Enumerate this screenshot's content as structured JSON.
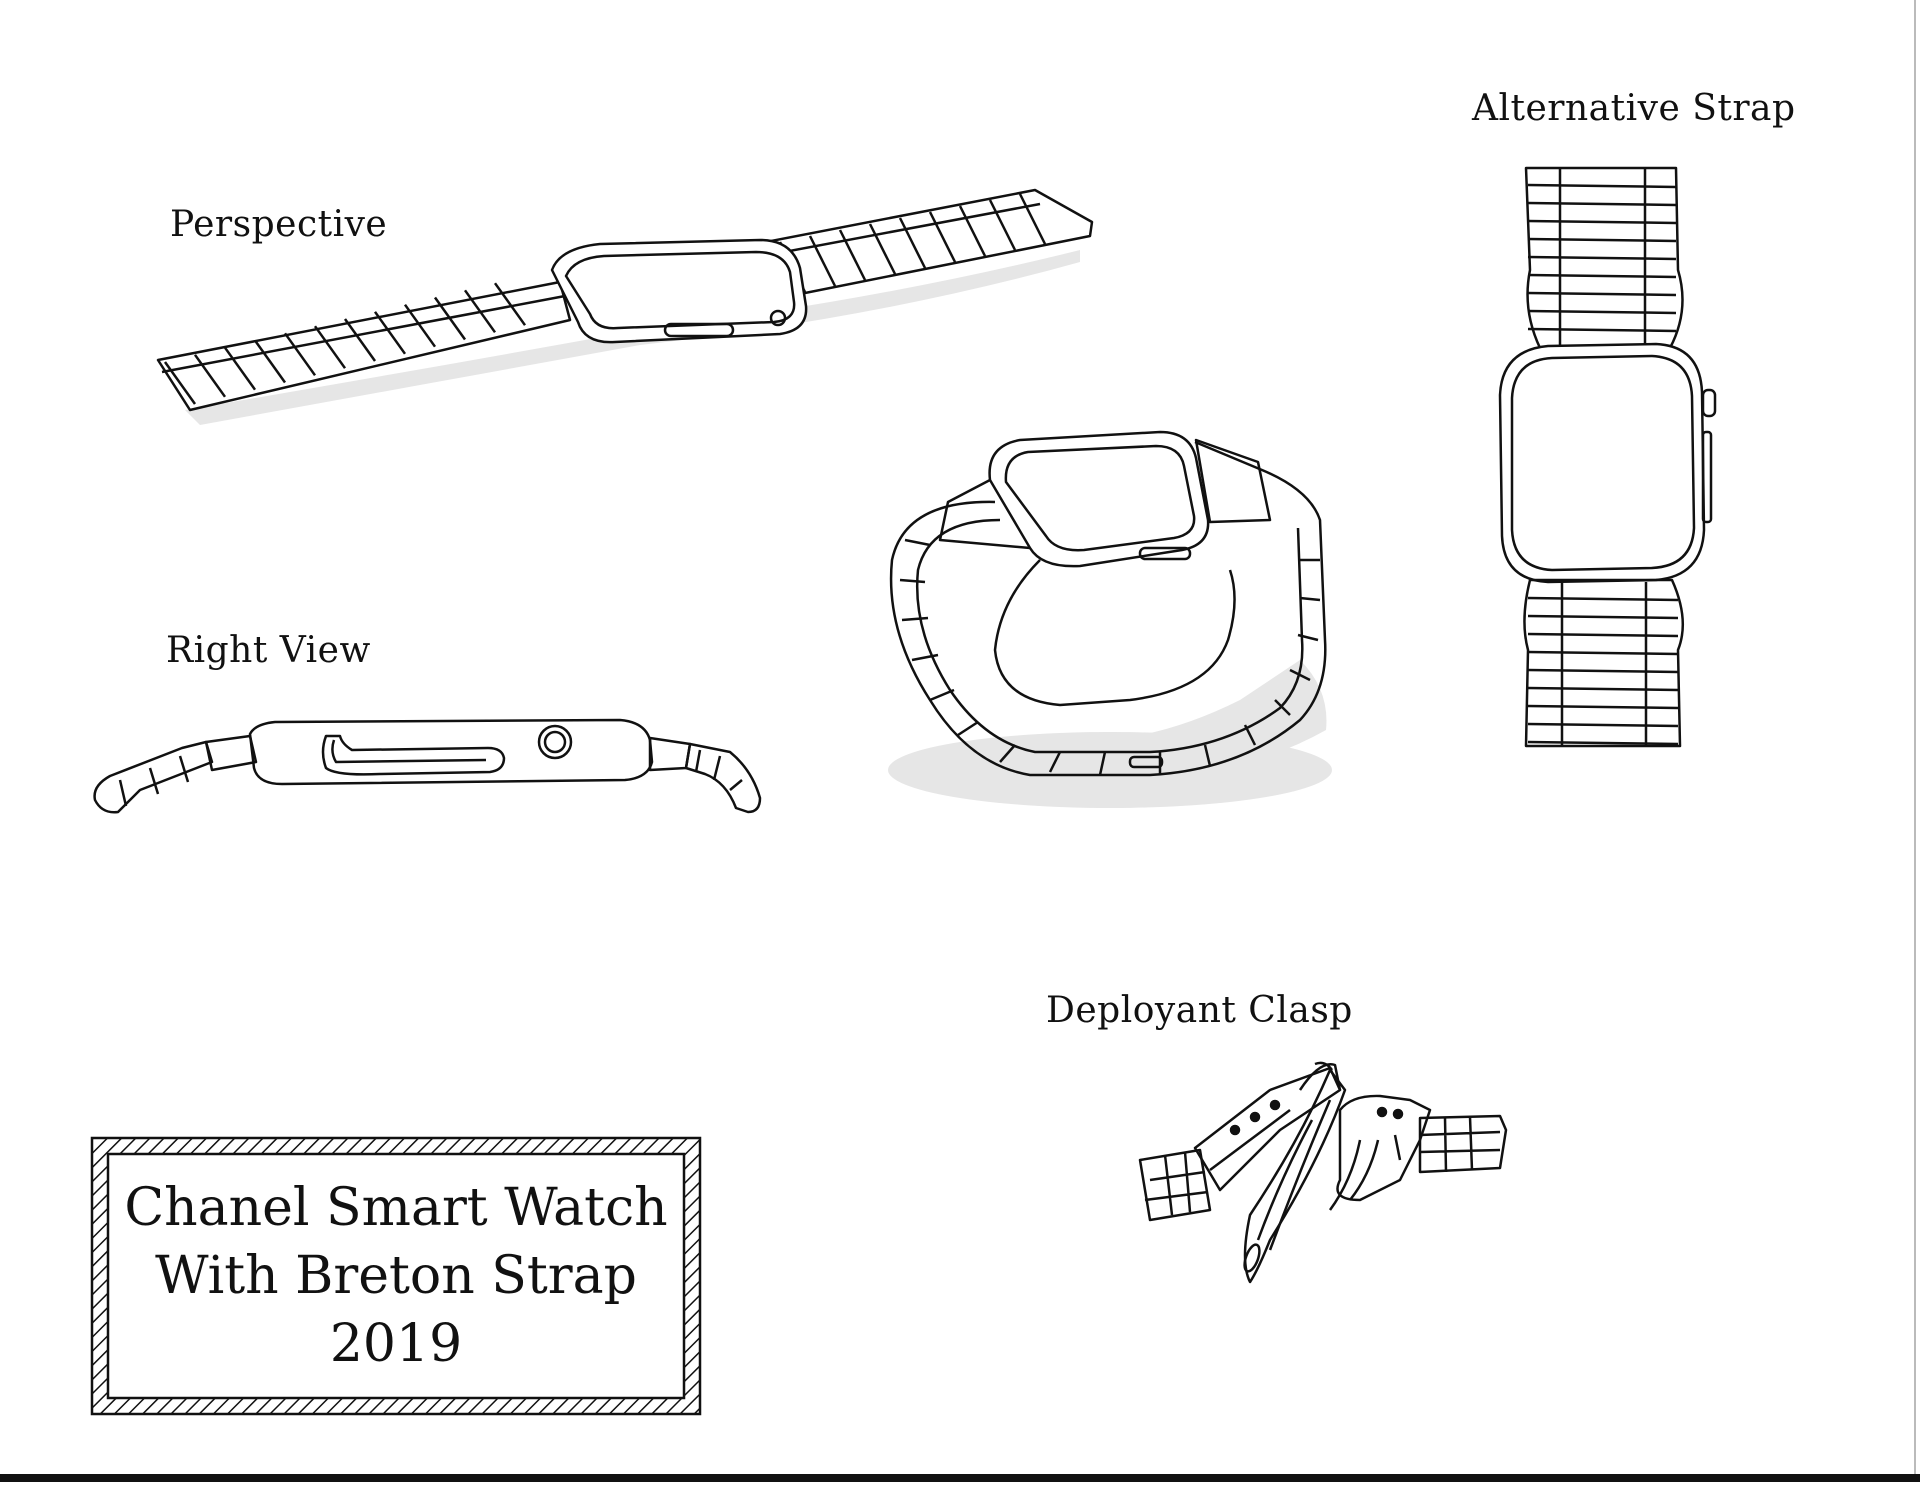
{
  "labels": {
    "perspective": "Perspective",
    "right_view": "Right View",
    "alternative_strap": "Alternative Strap",
    "deployant_clasp": "Deployant Clasp"
  },
  "title_card": {
    "line1": "Chanel Smart Watch",
    "line2": "With Breton Strap",
    "line3": "2019"
  },
  "colors": {
    "ink": "#111111",
    "shadow": "#e6e6e6",
    "paper": "#ffffff"
  }
}
